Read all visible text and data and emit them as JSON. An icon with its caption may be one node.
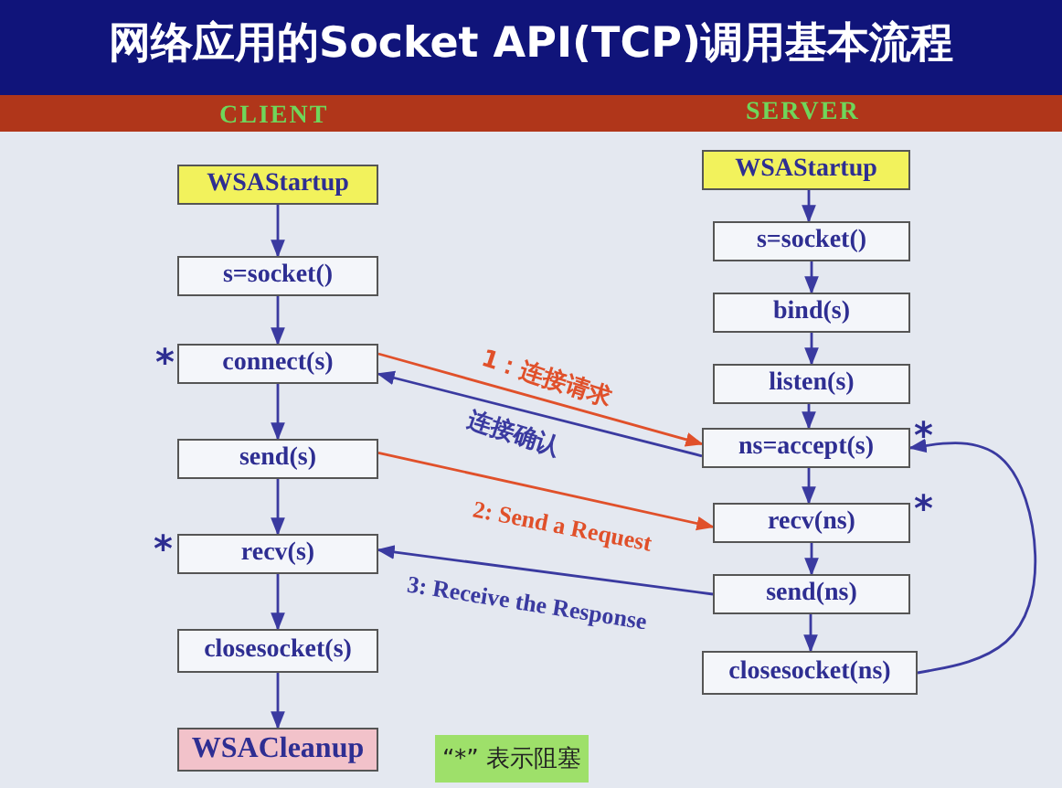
{
  "diagram": {
    "title": "网络应用的Socket API(TCP)调用基本流程",
    "nodes": [
      {
        "text": [
          "WSAStartup"
        ]
      },
      {
        "text": [
          "s=socket()"
        ]
      },
      {
        "text": [
          "connect(s)"
        ]
      },
      {
        "text": [
          "send(s)"
        ]
      },
      {
        "text": [
          "recv(s)"
        ]
      },
      {
        "text": [
          "closesocket(s)"
        ]
      },
      {
        "text": [
          "WSACleanup"
        ]
      },
      {
        "text": [
          "WSAStartup"
        ]
      },
      {
        "text": [
          "s=socket()"
        ]
      },
      {
        "text": [
          "bind(s)"
        ]
      },
      {
        "text": [
          "listen(s)"
        ]
      },
      {
        "text": [
          "ns=accept(s)"
        ]
      },
      {
        "text": [
          "recv(ns)"
        ]
      },
      {
        "text": [
          "send(ns)"
        ]
      },
      {
        "text": [
          "closesocket(ns)"
        ]
      },
      {
        "text": [
          "“*” 表示阻塞"
        ]
      }
    ],
    "edges": [
      {
        "from": 0,
        "to": 1,
        "arrow": "to"
      },
      {
        "from": 1,
        "to": 2,
        "arrow": "to"
      },
      {
        "from": 2,
        "to": 3,
        "arrow": "to"
      },
      {
        "from": 3,
        "to": 4,
        "arrow": "to"
      },
      {
        "from": 4,
        "to": 5,
        "arrow": "to"
      },
      {
        "from": 5,
        "to": 6,
        "arrow": "to"
      },
      {
        "from": 7,
        "to": 8,
        "arrow": "to"
      },
      {
        "from": 8,
        "to": 9,
        "arrow": "to"
      },
      {
        "from": 9,
        "to": 10,
        "arrow": "to"
      },
      {
        "from": 10,
        "to": 11,
        "arrow": "to"
      },
      {
        "from": 11,
        "to": 12,
        "arrow": "to"
      },
      {
        "from": 12,
        "to": 13,
        "arrow": "to"
      },
      {
        "from": 13,
        "to": 14,
        "arrow": "to"
      },
      {
        "from": 2,
        "to": 11,
        "arrow": "to",
        "label": "1：连接请求",
        "color": "#e0502a"
      },
      {
        "from": 11,
        "to": 2,
        "arrow": "to",
        "label": "连接确认"
      },
      {
        "from": 3,
        "to": 12,
        "arrow": "to",
        "label": "2: Send a Request",
        "color": "#e0502a"
      },
      {
        "from": 13,
        "to": 4,
        "arrow": "to",
        "label": "3: Receive the Response"
      },
      {
        "from": 14,
        "to": 11,
        "arrow": "to"
      }
    ],
    "labels": [
      "CLIENT",
      "SERVER",
      "*",
      "*",
      "*",
      "*"
    ]
  }
}
